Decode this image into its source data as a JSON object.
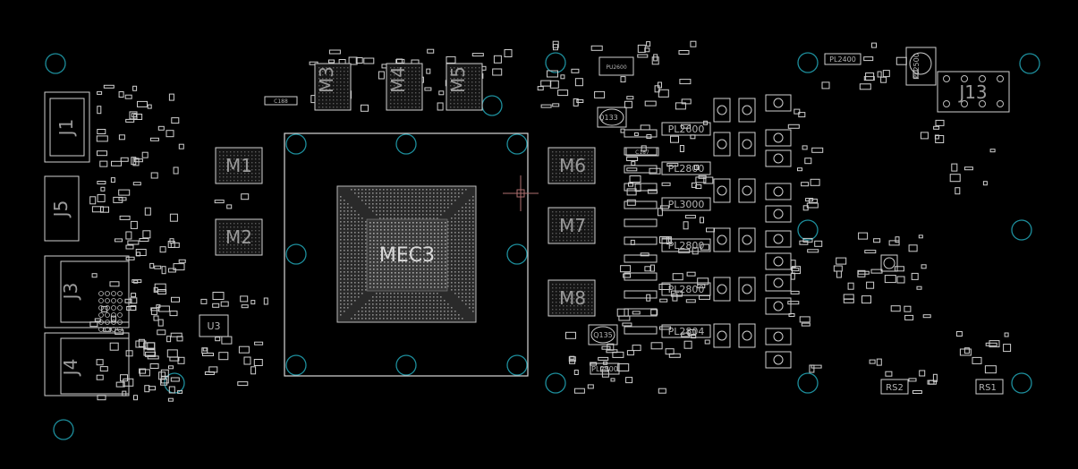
{
  "colors": {
    "background": "#000000",
    "outline": "#d8d8d8",
    "label": "#9a9a9a",
    "mounting_hole": "#1d8e9c",
    "cursor": "#b07070"
  },
  "labels": {
    "gpu": "MEC3",
    "m1": "M1",
    "m2": "M2",
    "m3": "M3",
    "m4": "M4",
    "m5": "M5",
    "m6": "M6",
    "m7": "M7",
    "m8": "M8",
    "j1": "J1",
    "j5": "J5",
    "j3": "J3",
    "j4": "J4",
    "j13": "J13",
    "u3": "U3",
    "q133": "Q133",
    "q135": "Q135",
    "pl2600": "PL2600",
    "pl2800a": "PL2800",
    "pl3000": "PL3000",
    "pl2800b": "PL2800",
    "pl2800c": "PL2800",
    "pl2804": "PL2804",
    "pl2500": "PL2500",
    "pl2400": "PL2400",
    "pl2500b": "PL2500",
    "pu2600": "PU2600",
    "rs2": "RS2",
    "rs1": "RS1",
    "c188": "C188",
    "c187": "C187"
  }
}
